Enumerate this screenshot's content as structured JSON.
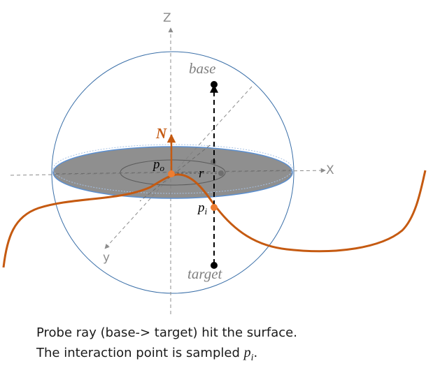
{
  "axes": {
    "z": "Z",
    "x": "X",
    "y": "y"
  },
  "labels": {
    "base": "base",
    "target": "target",
    "normal": "N",
    "p_o_main": "p",
    "p_o_sub": "o",
    "p_i_main": "p",
    "p_i_sub": "i",
    "radius": "r"
  },
  "caption": {
    "line1": "Probe ray (base-> target) hit the surface.",
    "line2_text": "The interaction point is sampled ",
    "line2_math_main": "p",
    "line2_math_sub": "i",
    "line2_end": "."
  },
  "colors": {
    "sphere": "#3a6fa8",
    "disk_fill": "#7f7f7f",
    "disk_edge": "#5b8fd0",
    "surface_curve": "#c55a11",
    "normal_arrow": "#c55a11",
    "probe_ray": "#000000",
    "axes": "#8c8c8c",
    "label_gray": "#7f7f7f"
  }
}
